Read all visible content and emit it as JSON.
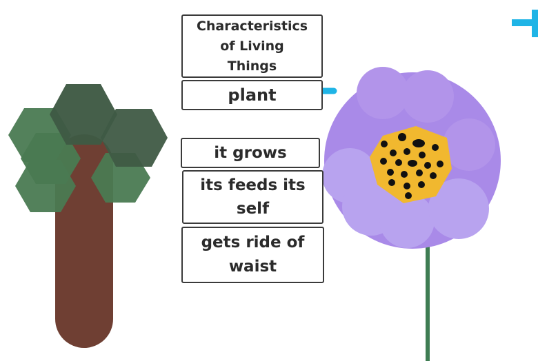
{
  "labels": {
    "title": "Characteristics\nof Living\nThings",
    "plant": "plant",
    "grows": "it grows",
    "feeds": "its feeds its\nself",
    "waste": "gets ride of\nwaist"
  },
  "colors": {
    "background": "#ffffff",
    "text": "#2b2b2b",
    "box_border": "#3a3a3a",
    "tree_trunk": "#6f3f33",
    "tree_leaf_light": "#4a7a52",
    "tree_leaf_dark": "#3f5a44",
    "petal_purple": "#a98ae8",
    "petal_light": "#b8a3ef",
    "flower_center": "#f1b82f",
    "seed": "#111111",
    "stem": "#3f7d53",
    "arrow_blue": "#1fb4e6"
  },
  "icons": {
    "tree": "tree-icon",
    "flower": "flower-icon",
    "connector": "blue-dash-line",
    "arrow": "blue-arrow-icon"
  }
}
